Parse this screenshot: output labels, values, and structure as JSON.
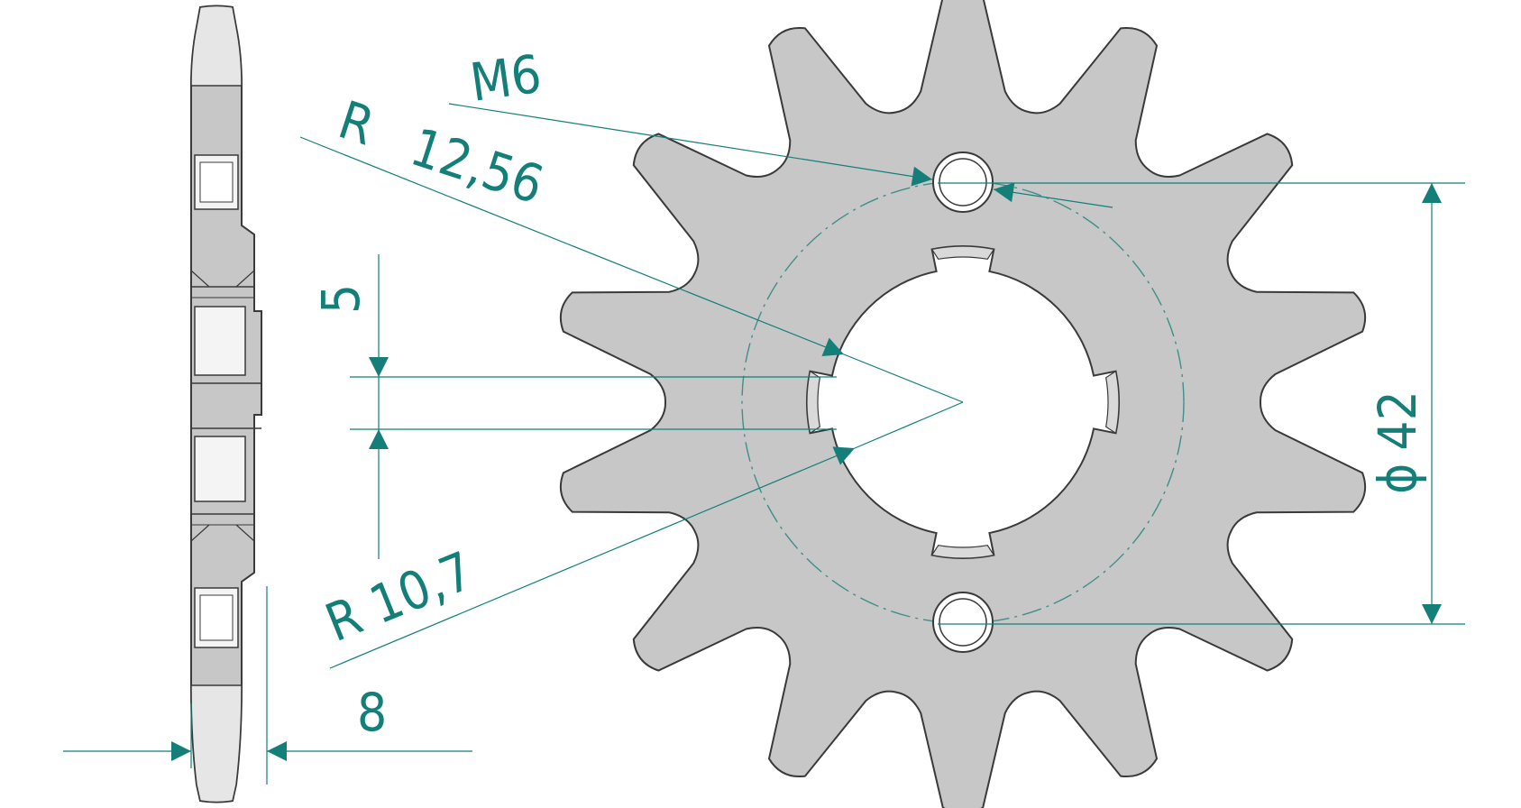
{
  "colors": {
    "background": "#ffffff",
    "part_fill": "#c7c7c7",
    "part_edge": "#3a3a3a",
    "dimension": "#137f78",
    "centerline": "#3f8f8a"
  },
  "sprocket": {
    "teeth": 14
  },
  "labels": {
    "thread": "M6",
    "radius_outer_prefix": "R",
    "radius_outer_value": "12,56",
    "spline_width": "5",
    "radius_inner": "R 10,7",
    "thickness": "8",
    "bolt_circle_symbol": "ϕ",
    "bolt_circle_value": "42"
  }
}
